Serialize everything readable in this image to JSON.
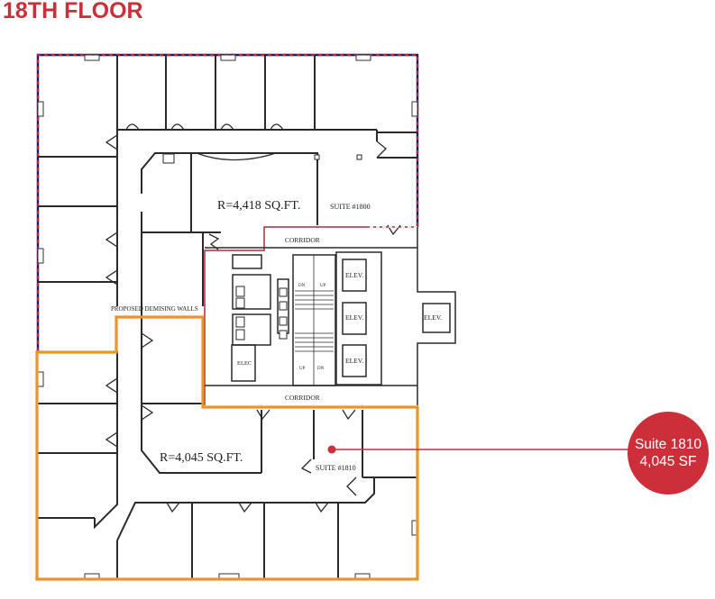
{
  "title": "18TH FLOOR",
  "colors": {
    "title": "#c8313a",
    "suite_outline": "#e8962a",
    "existing_outline": "#8b1a2a",
    "callout_fill": "#cc2f3a",
    "callout_line": "#cc2f3a",
    "wall": "#2a2a2a"
  },
  "plan": {
    "suite_1800": {
      "area_label": "R=4,418 SQ.FT.",
      "suite_label": "SUITE #1800"
    },
    "suite_1810": {
      "area_label": "R=4,045 SQ.FT.",
      "suite_label": "SUITE #1810"
    },
    "core": {
      "corridor_top": "CORRIDOR",
      "corridor_bottom": "CORRIDOR",
      "elevators": [
        "ELEV.",
        "ELEV.",
        "ELEV.",
        "ELEV."
      ],
      "electrical": "ELEC",
      "stair_labels": [
        "DN",
        "UP",
        "UP",
        "DN"
      ]
    },
    "demising_note": "PROPOSED DEMISING WALLS"
  },
  "callout": {
    "line1": "Suite 1810",
    "line2": "4,045 SF"
  }
}
